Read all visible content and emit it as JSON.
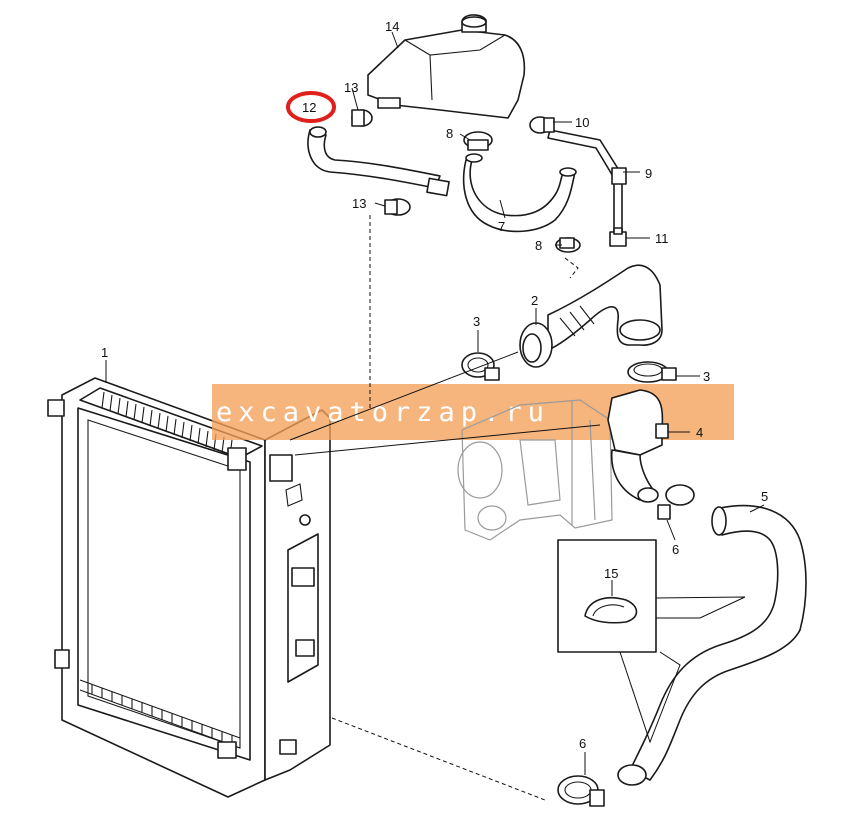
{
  "callouts": {
    "p1": "1",
    "p2": "2",
    "p3a": "3",
    "p3b": "3",
    "p4": "4",
    "p5": "5",
    "p6a": "6",
    "p6b": "6",
    "p7": "7",
    "p8a": "8",
    "p8b": "8",
    "p9": "9",
    "p10": "10",
    "p11": "11",
    "p12": "12",
    "p13a": "13",
    "p13b": "13",
    "p14": "14",
    "p15": "15"
  },
  "highlight": {
    "color": "#e0201b"
  },
  "watermark": {
    "text": "excavatorzap.ru",
    "color": "#f5a05a"
  }
}
